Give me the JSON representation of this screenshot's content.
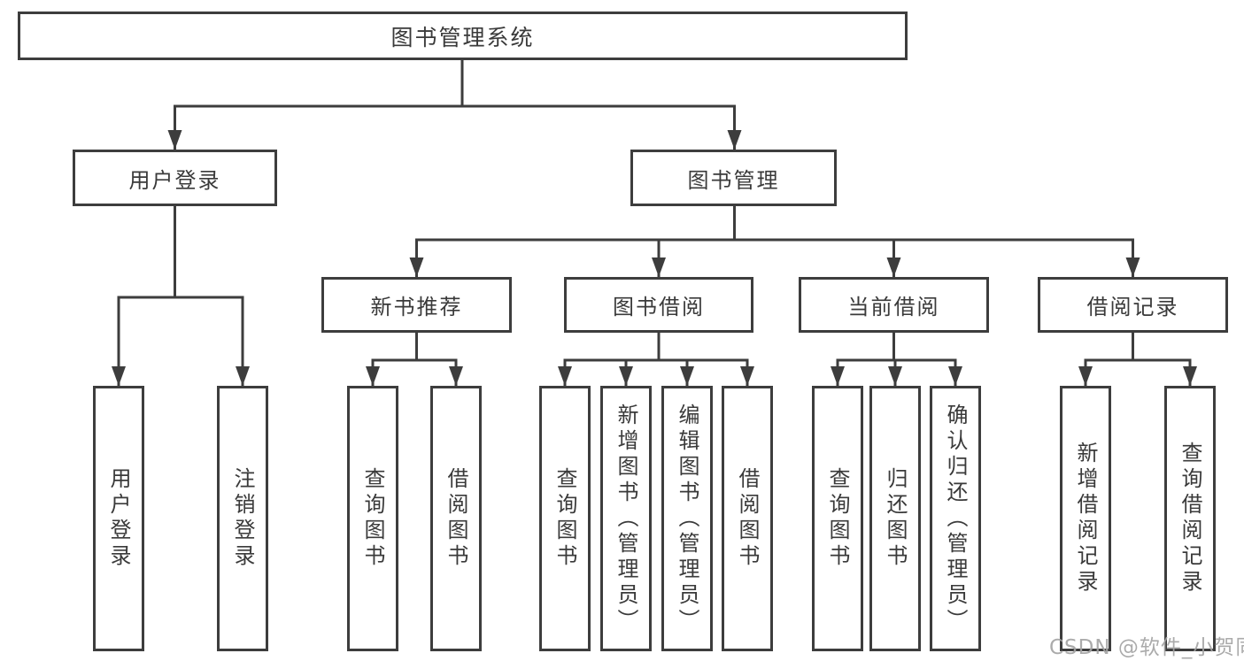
{
  "diagram": {
    "root_label": "图书管理系统",
    "watermark": "CSDN @软件_小贺同学",
    "branches": [
      {
        "label": "用户登录",
        "leaves": [
          "用户登录",
          "注销登录"
        ]
      },
      {
        "label": "图书管理",
        "groups": [
          {
            "label": "新书推荐",
            "leaves": [
              "查询图书",
              "借阅图书"
            ]
          },
          {
            "label": "图书借阅",
            "leaves": [
              "查询图书",
              "新增图书（管理员）",
              "编辑图书（管理员）",
              "借阅图书"
            ]
          },
          {
            "label": "当前借阅",
            "leaves": [
              "查询图书",
              "归还图书",
              "确认归还（管理员）"
            ]
          },
          {
            "label": "借阅记录",
            "leaves": [
              "新增借阅记录",
              "查询借阅记录"
            ]
          }
        ]
      }
    ]
  }
}
